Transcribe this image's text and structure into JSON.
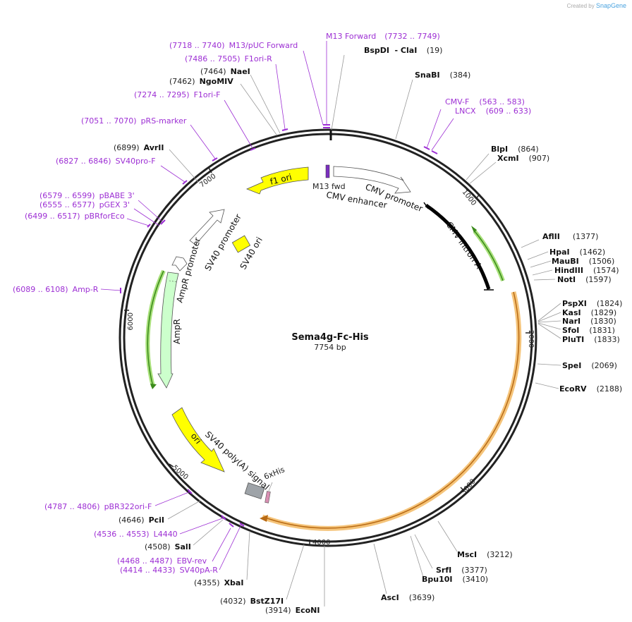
{
  "credit": {
    "prefix": "Created by",
    "brand": "SnapGene"
  },
  "plasmid": {
    "name": "Sema4g-Fc-His",
    "length_label": "7754 bp"
  },
  "ticks": [
    {
      "value": 1000,
      "label": "1000"
    },
    {
      "value": 2000,
      "label": "2000"
    },
    {
      "value": 3000,
      "label": "3000"
    },
    {
      "value": 4000,
      "label": "4000"
    },
    {
      "value": 5000,
      "label": "5000"
    },
    {
      "value": 6000,
      "label": "6000"
    },
    {
      "value": 7000,
      "label": "7000"
    }
  ],
  "enzymes": [
    {
      "name": "BspDI",
      "extra": " - ClaI",
      "pos": "(19)"
    },
    {
      "name": "SnaBI",
      "pos": "(384)"
    },
    {
      "name": "BlpI",
      "pos": "(864)"
    },
    {
      "name": "XcmI",
      "pos": "(907)"
    },
    {
      "name": "AflII",
      "pos": "(1377)"
    },
    {
      "name": "HpaI",
      "pos": "(1462)"
    },
    {
      "name": "MauBI",
      "pos": "(1506)"
    },
    {
      "name": "HindIII",
      "pos": "(1574)"
    },
    {
      "name": "NotI",
      "pos": "(1597)"
    },
    {
      "name": "PspXI",
      "pos": "(1824)"
    },
    {
      "name": "KasI",
      "pos": "(1829)"
    },
    {
      "name": "NarI",
      "pos": "(1830)"
    },
    {
      "name": "SfoI",
      "pos": "(1831)"
    },
    {
      "name": "PluTI",
      "pos": "(1833)"
    },
    {
      "name": "SpeI",
      "pos": "(2069)"
    },
    {
      "name": "EcoRV",
      "pos": "(2188)"
    },
    {
      "name": "MscI",
      "pos": "(3212)"
    },
    {
      "name": "SrfI",
      "pos": "(3377)"
    },
    {
      "name": "Bpu10I",
      "pos": "(3410)"
    },
    {
      "name": "AscI",
      "pos": "(3639)"
    },
    {
      "name": "EcoNI",
      "pos": "(3914)"
    },
    {
      "name": "BstZ17I",
      "pos": "(4032)"
    },
    {
      "name": "XbaI",
      "pos": "(4355)"
    },
    {
      "name": "SalI",
      "pos": "(4508)"
    },
    {
      "name": "PciI",
      "pos": "(4646)"
    },
    {
      "name": "AvrII",
      "pos": "(6899)"
    },
    {
      "name": "NgoMIV",
      "pos": "(7462)"
    },
    {
      "name": "NaeI",
      "pos": "(7464)"
    }
  ],
  "primers": [
    {
      "name": "M13 Forward",
      "range": "(7732 .. 7749)"
    },
    {
      "name": "M13/pUC Forward",
      "range": "(7718 .. 7740)"
    },
    {
      "name": "F1ori-R",
      "range": "(7486 .. 7505)"
    },
    {
      "name": "F1ori-F",
      "range": "(7274 .. 7295)"
    },
    {
      "name": "pRS-marker",
      "range": "(7051 .. 7070)"
    },
    {
      "name": "SV40pro-F",
      "range": "(6827 .. 6846)"
    },
    {
      "name": "pBABE 3'",
      "range": "(6579 .. 6599)"
    },
    {
      "name": "pGEX 3'",
      "range": "(6555 .. 6577)"
    },
    {
      "name": "pBRforEco",
      "range": "(6499 .. 6517)"
    },
    {
      "name": "Amp-R",
      "range": "(6089 .. 6108)"
    },
    {
      "name": "CMV-F",
      "range": "(563 .. 583)"
    },
    {
      "name": "LNCX",
      "range": "(609 .. 633)"
    },
    {
      "name": "pBR322ori-F",
      "range": "(4787 .. 4806)"
    },
    {
      "name": "L4440",
      "range": "(4536 .. 4553)"
    },
    {
      "name": "EBV-rev",
      "range": "(4468 .. 4487)"
    },
    {
      "name": "SV40pA-R",
      "range": "(4414 .. 4433)"
    }
  ],
  "features": [
    {
      "name": "M13 fwd",
      "color": "#7b2fbf"
    },
    {
      "name": "CMV enhancer",
      "color": "#ffffff"
    },
    {
      "name": "CMV promoter",
      "color": "#ffffff"
    },
    {
      "name": "CMV intron A",
      "color": "#000000"
    },
    {
      "name": "f1 ori",
      "color": "#ffff00"
    },
    {
      "name": "SV40 promoter",
      "color": "#ffffff"
    },
    {
      "name": "SV40 ori",
      "color": "#ffff00"
    },
    {
      "name": "AmpR promoter",
      "color": "#ffffff"
    },
    {
      "name": "AmpR",
      "color": "#ccffcc"
    },
    {
      "name": "ori",
      "color": "#ffff00"
    },
    {
      "name": "SV40 poly(A) signal",
      "color": "#9ea3a8"
    },
    {
      "name": "6xHis",
      "color": "#d98fb3"
    }
  ],
  "colors": {
    "primer": "#9d2fd4",
    "orf_halo": "#f5c47a",
    "orf_line": "#b86a14",
    "green_halo": "#a8e07a",
    "green_line": "#3a8a1a"
  }
}
